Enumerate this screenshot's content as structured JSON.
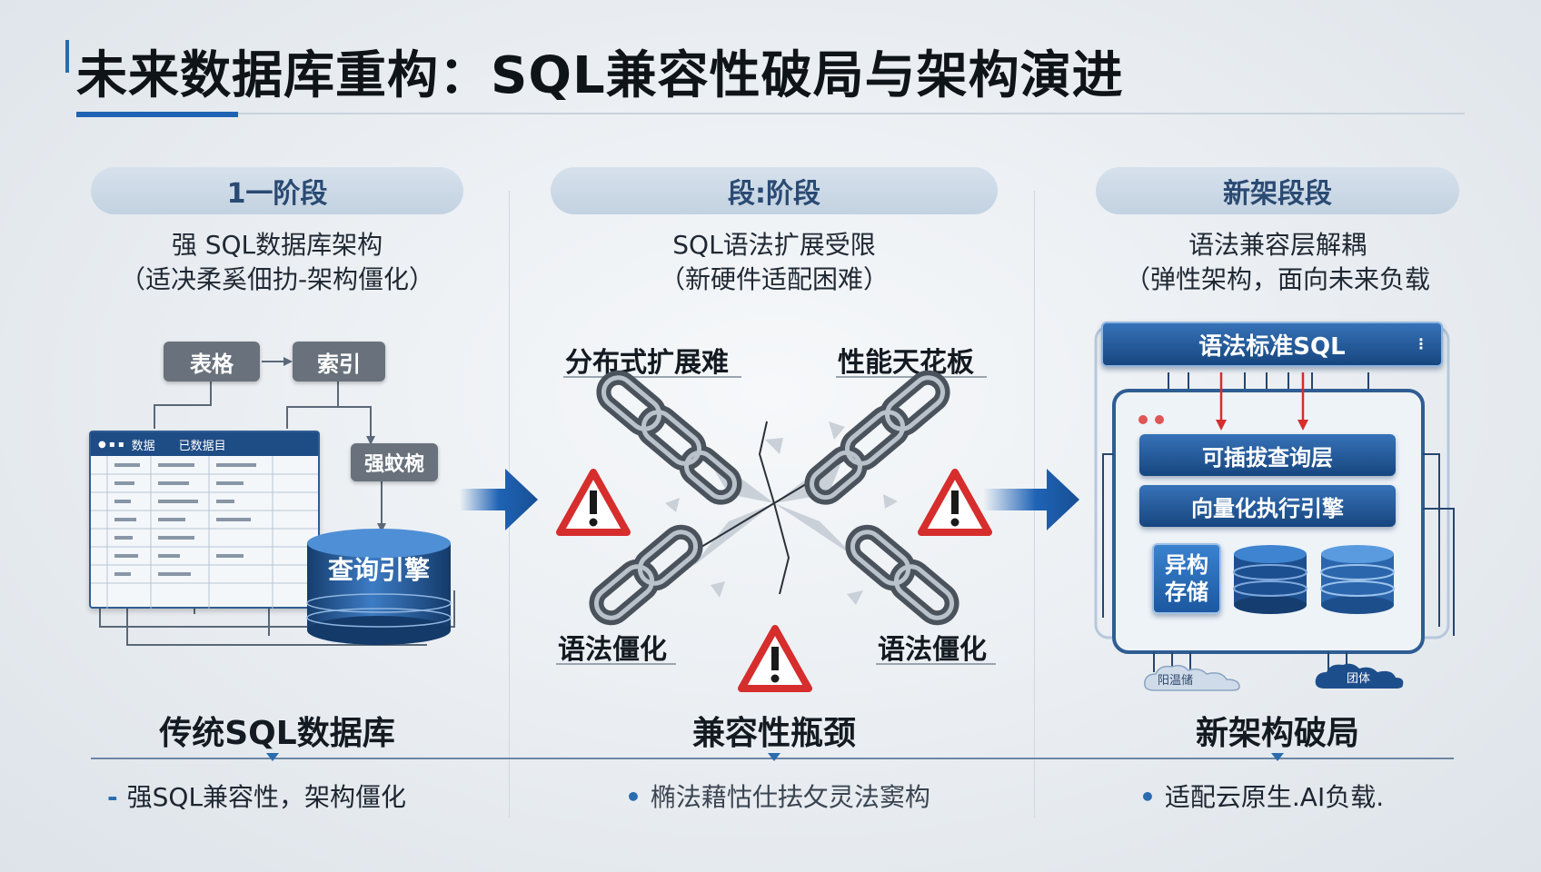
{
  "title": "未来数据库重构：SQL兼容性破局与架构演进",
  "stages": [
    {
      "label": "1一阶段",
      "sub1": "强 SQL数据库架构",
      "sub2": "（适决柔奚佃扐-架构僵化）",
      "caption": "传统SQL数据库",
      "bullet": "强SQL兼容性，架构僵化"
    },
    {
      "label": "段:阶段",
      "sub1": "SQL语法扩展受限",
      "sub2": "（新硬件适配困难）",
      "caption": "兼容性瓶颈",
      "bullet": "椭法藉怙仕抾攵灵法窦构"
    },
    {
      "label": "新架段段",
      "sub1": "语法兼容层解耦",
      "sub2": "（弹性架构，面向未来负载",
      "caption": "新架构破局",
      "bullet": "适配云原生.AI负载."
    }
  ],
  "stage1_diagram": {
    "table_box": "表格",
    "index_box": "索引",
    "optimizer_box": "强蚊椀",
    "table_header": "已数据目",
    "table_tab": "数据",
    "engine_label": "查询引擎"
  },
  "stage2_diagram": {
    "label_top_left": "分布式扩展难",
    "label_top_right": "性能天花板",
    "label_bottom_left": "语法僵化",
    "label_bottom_right": "语法僵化"
  },
  "stage3_diagram": {
    "sql_bar": "语法标准SQL",
    "query_layer": "可插拔查询层",
    "exec_engine": "向量化执行引擎",
    "hetero_storage": "异构存储",
    "cloud_left": "阳温储",
    "cloud_right": "团体"
  },
  "colors": {
    "accent_blue": "#1f63b5",
    "dark_blue": "#17467f",
    "warning_red": "#d62d2d",
    "gray_box": "#69727c"
  }
}
